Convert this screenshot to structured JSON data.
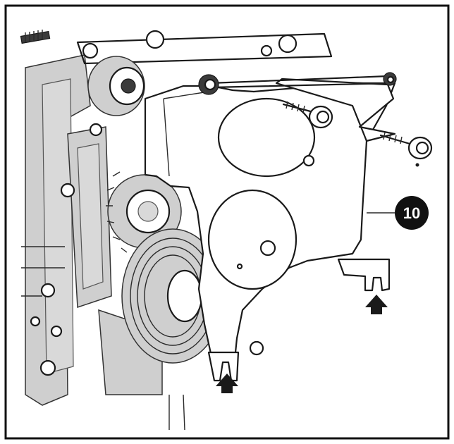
{
  "diagram": {
    "callouts": [
      {
        "id": "10",
        "label": "10"
      }
    ],
    "arrows": [
      {
        "name": "locating-arrow-lower-left",
        "direction": "up"
      },
      {
        "name": "locating-arrow-right",
        "direction": "up"
      }
    ],
    "colors": {
      "ink": "#1a1a1a",
      "frame": "#111111",
      "callout_fill": "#111111",
      "callout_text": "#ffffff"
    }
  }
}
